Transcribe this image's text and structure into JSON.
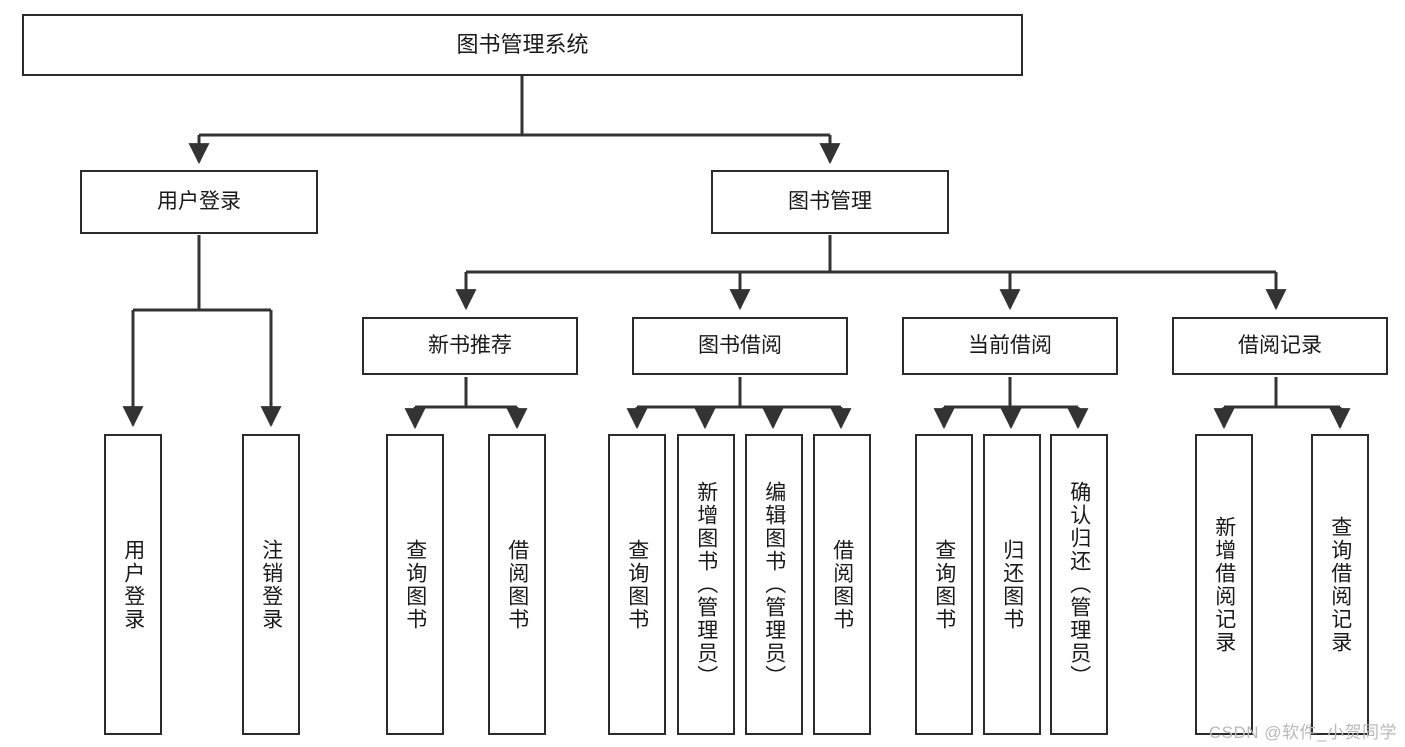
{
  "diagram": {
    "type": "tree-hierarchy",
    "title": "图书管理系统",
    "watermark": "CSDN @软件_小贺同学",
    "colors": {
      "box_stroke": "#2b2b2b",
      "box_fill": "#ffffff",
      "edge_stroke": "#333333",
      "text": "#1a1a1a",
      "watermark": "#b9b9b9"
    },
    "nodes": {
      "root": {
        "label": "图书管理系统",
        "level": 1,
        "orientation": "horizontal"
      },
      "l2": [
        {
          "label": "用户登录",
          "level": 2,
          "orientation": "horizontal"
        },
        {
          "label": "图书管理",
          "level": 2,
          "orientation": "horizontal"
        }
      ],
      "l3": [
        {
          "label": "新书推荐",
          "level": 3,
          "orientation": "horizontal"
        },
        {
          "label": "图书借阅",
          "level": 3,
          "orientation": "horizontal"
        },
        {
          "label": "当前借阅",
          "level": 3,
          "orientation": "horizontal"
        },
        {
          "label": "借阅记录",
          "level": 3,
          "orientation": "horizontal"
        }
      ],
      "leaves_user_login": [
        {
          "label": "用户登录",
          "level": 3,
          "orientation": "vertical"
        },
        {
          "label": "注销登录",
          "level": 3,
          "orientation": "vertical"
        }
      ],
      "leaves_new_book": [
        {
          "label": "查询图书",
          "level": 4,
          "orientation": "vertical"
        },
        {
          "label": "借阅图书",
          "level": 4,
          "orientation": "vertical"
        }
      ],
      "leaves_borrow": [
        {
          "label": "查询图书",
          "level": 4,
          "orientation": "vertical"
        },
        {
          "label": "新增图书（管理员）",
          "level": 4,
          "orientation": "vertical"
        },
        {
          "label": "编辑图书（管理员）",
          "level": 4,
          "orientation": "vertical"
        },
        {
          "label": "借阅图书",
          "level": 4,
          "orientation": "vertical"
        }
      ],
      "leaves_current": [
        {
          "label": "查询图书",
          "level": 4,
          "orientation": "vertical"
        },
        {
          "label": "归还图书",
          "level": 4,
          "orientation": "vertical"
        },
        {
          "label": "确认归还（管理员）",
          "level": 4,
          "orientation": "vertical"
        }
      ],
      "leaves_record": [
        {
          "label": "新增借阅记录",
          "level": 4,
          "orientation": "vertical"
        },
        {
          "label": "查询借阅记录",
          "level": 4,
          "orientation": "vertical"
        }
      ]
    }
  }
}
